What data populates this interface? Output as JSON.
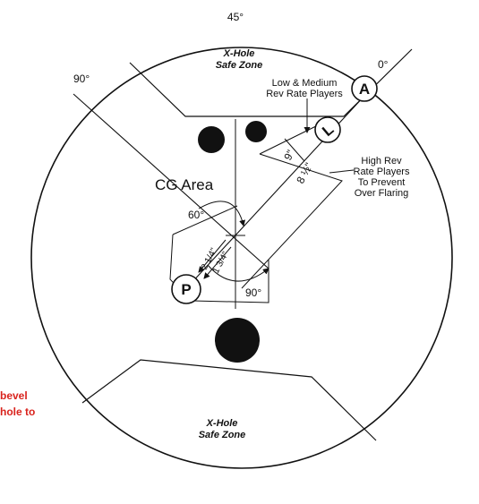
{
  "diagram": {
    "angles": {
      "a45": "45°",
      "a0": "0°",
      "a90_left": "90°",
      "a60": "60°",
      "a90_bottom": "90°"
    },
    "zones": {
      "top_line1": "X-Hole",
      "top_line2": "Safe Zone",
      "bottom_line1": "X-Hole",
      "bottom_line2": "Safe Zone"
    },
    "labels": {
      "low_medium_line1": "Low & Medium",
      "low_medium_line2": "Rev Rate Players",
      "high_rev_line1": "High Rev",
      "high_rev_line2": "Rate Players",
      "high_rev_line3": "To Prevent",
      "high_rev_line4": "Over Flaring",
      "cg_area": "CG Area"
    },
    "markers": {
      "axis": "A",
      "pin": "P",
      "lock": "L"
    },
    "dimensions": {
      "d9": "9\"",
      "d8half": "8 ½\"",
      "d2quarter": "2 1/4\"",
      "d1threequarter": "1 3/4\""
    },
    "side_text": {
      "line1": "bevel",
      "line2": "hole to"
    },
    "colors": {
      "ink": "#111111",
      "accent_red": "#d9231d"
    }
  }
}
